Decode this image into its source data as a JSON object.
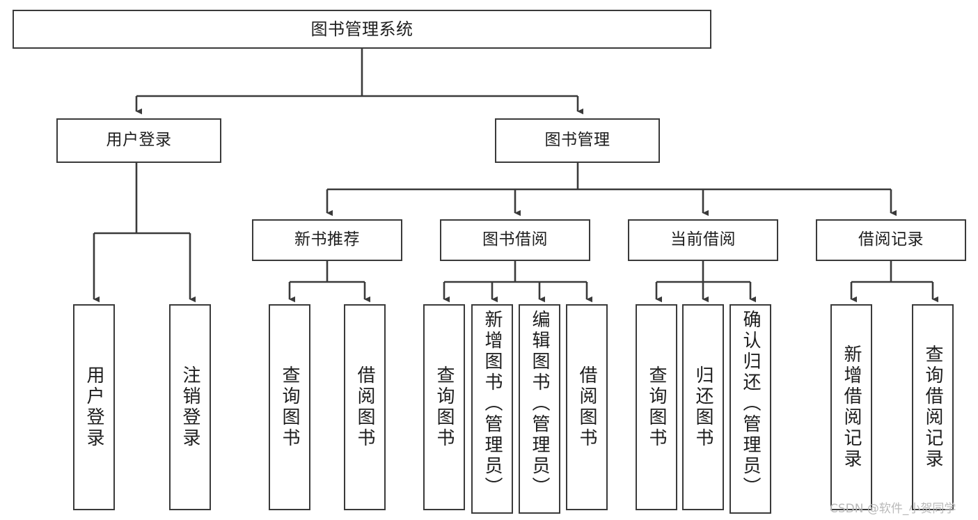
{
  "diagram": {
    "title": "图书管理系统",
    "type": "tree-hierarchy-diagram",
    "colors": {
      "stroke": "#3a3a3a",
      "background": "#ffffff",
      "text": "#1d1d1d",
      "watermark": "#b9b9b9"
    },
    "root": {
      "label": "图书管理系统"
    },
    "level1": [
      {
        "label": "用户登录"
      },
      {
        "label": "图书管理"
      }
    ],
    "level2": [
      {
        "label": "新书推荐"
      },
      {
        "label": "图书借阅"
      },
      {
        "label": "当前借阅"
      },
      {
        "label": "借阅记录"
      }
    ],
    "leaves": {
      "user_login": [
        {
          "label": "用户登录"
        },
        {
          "label": "注销登录"
        }
      ],
      "new_book_recommend": [
        {
          "label": "查询图书"
        },
        {
          "label": "借阅图书"
        }
      ],
      "book_borrow": [
        {
          "label": "查询图书"
        },
        {
          "label": "新增图书（管理员）"
        },
        {
          "label": "编辑图书（管理员）"
        },
        {
          "label": "借阅图书"
        }
      ],
      "current_borrow": [
        {
          "label": "查询图书"
        },
        {
          "label": "归还图书"
        },
        {
          "label": "确认归还（管理员）"
        }
      ],
      "borrow_record": [
        {
          "label": "新增借阅记录"
        },
        {
          "label": "查询借阅记录"
        }
      ]
    },
    "watermark": "CSDN @软件_小贺同学"
  }
}
